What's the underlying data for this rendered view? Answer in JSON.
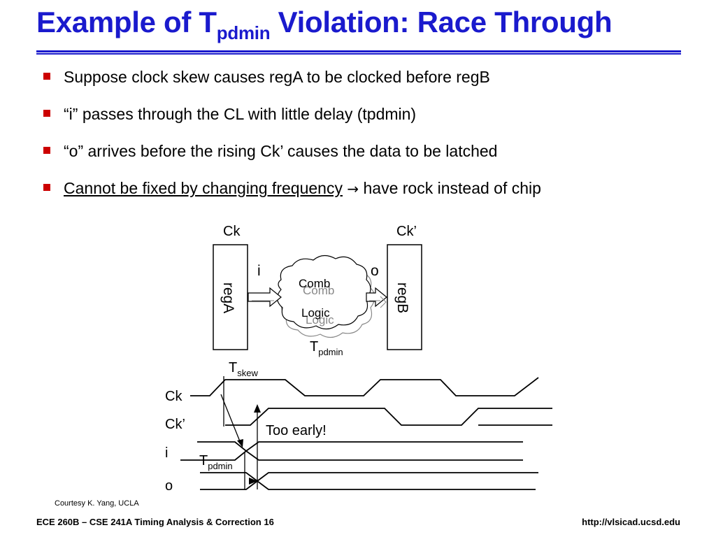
{
  "slide": {
    "title_main": "Example of T",
    "title_sub": "pdmin",
    "title_rest": " Violation: Race Through"
  },
  "bullets": [
    {
      "text": "Suppose clock skew causes regA to be clocked before regB"
    },
    {
      "text": "“i” passes through the CL with little delay (tpdmin)"
    },
    {
      "text": "“o” arrives before the rising Ck’ causes the data to be latched"
    },
    {
      "underlined": "Cannot be fixed by changing frequency",
      "arrow": "→",
      "rest": " have rock instead of chip"
    }
  ],
  "circuit": {
    "ck_label": "Ck",
    "ck_prime_label": "Ck’",
    "reg_a": "regA",
    "reg_b": "regB",
    "input_label": "i",
    "output_label": "o",
    "cloud_line1": "Comb",
    "cloud_line2": "Logic",
    "tpd_main": "T",
    "tpd_sub": "pdmin"
  },
  "timing": {
    "tskew_main": "T",
    "tskew_sub": "skew",
    "signals": [
      "Ck",
      "Ck’",
      "i",
      "o"
    ],
    "too_early": "Too early!",
    "tpd_main": "T",
    "tpd_sub": "pdmin"
  },
  "footer": {
    "left": "ECE 260B – CSE 241A Timing Analysis & Correction 16",
    "right": "http://vlsicad.ucsd.edu",
    "courtesy": "Courtesy K. Yang, UCLA"
  },
  "colors": {
    "title": "#1a1acd",
    "bullet_mark": "#cc0000",
    "cloud_shadow": "#888888"
  }
}
